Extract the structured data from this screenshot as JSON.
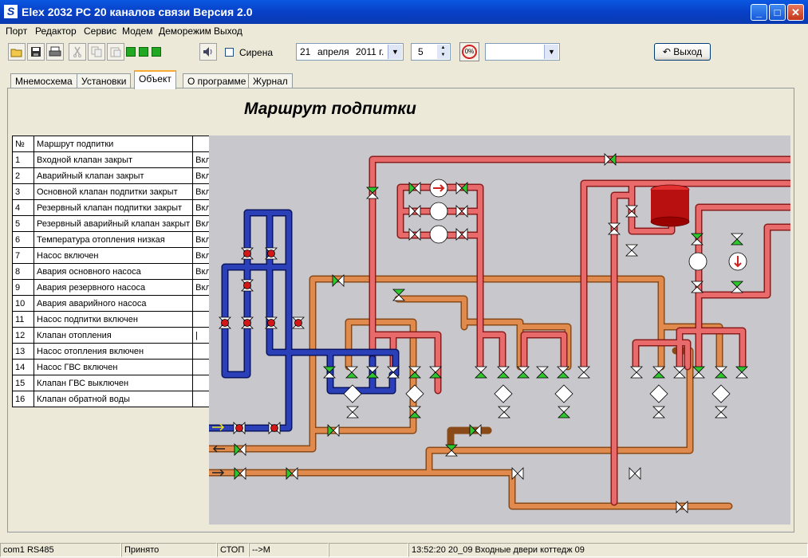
{
  "window": {
    "title": "Elex 2032 PC  20 каналов связи  Версия 2.0",
    "icon": "S",
    "minimize": "_",
    "maximize": "□",
    "close": "✕"
  },
  "menu": [
    "Порт",
    "Редактор",
    "Сервис",
    "Модем",
    "Деморежим",
    "Выход"
  ],
  "toolbar": {
    "siren_label": "Сирена",
    "date": {
      "day": "21",
      "month": "апреля",
      "year": "2011 г."
    },
    "channel": "5",
    "percent": "0%",
    "exit_label": "Выход"
  },
  "tabs": [
    {
      "label": "Мнемосхема",
      "active": false
    },
    {
      "label": "Установки",
      "active": false
    },
    {
      "label": "Объект",
      "active": true
    },
    {
      "label": "О программе",
      "active": false
    },
    {
      "label": "Журнал",
      "active": false
    }
  ],
  "scheme": {
    "title": "Маршрут подпитки"
  },
  "table": {
    "header": [
      "№",
      "Маршрут подпитки",
      ""
    ],
    "rows": [
      [
        "1",
        "Входной клапан закрыт",
        "Вкл"
      ],
      [
        "2",
        "Аварийный клапан закрыт",
        "Вкл"
      ],
      [
        "3",
        "Основной клапан подпитки закрыт",
        "Вкл"
      ],
      [
        "4",
        "Резервный клапан подпитки закрыт",
        "Вкл"
      ],
      [
        "5",
        "Резервный аварийный клапан закрыт",
        "Вкл"
      ],
      [
        "6",
        "Температура отопления низкая",
        "Вкл"
      ],
      [
        "7",
        "Насос включен",
        "Вкл"
      ],
      [
        "8",
        "Авария основного насоса",
        "Вкл"
      ],
      [
        "9",
        "Авария резервного насоса",
        "Вкл"
      ],
      [
        "10",
        "Авария аварийного насоса",
        ""
      ],
      [
        "11",
        "Насос подпитки включен",
        ""
      ],
      [
        "12",
        "Клапан отопления",
        "|"
      ],
      [
        "13",
        "Насос отопления включен",
        ""
      ],
      [
        "14",
        "Насос ГВС включен",
        ""
      ],
      [
        "15",
        "Клапан ГВС выключен",
        ""
      ],
      [
        "16",
        "Клапан обратной воды",
        ""
      ]
    ]
  },
  "status": {
    "port": "com1 RS485",
    "state": "Принято",
    "mode": "СТОП",
    "direction": "-->M",
    "message": "13:52:20   20_09   Входные двери коттедж 09"
  },
  "colors": {
    "titlebar": "#0840c8",
    "pipe_red": "#e05a5a",
    "pipe_orange": "#d8894a",
    "pipe_blue": "#1a2f9a",
    "valve_green": "#2ec82e",
    "tank_red": "#b81010",
    "mimic_bg": "#c8c8cc"
  },
  "icons": [
    "open-folder-icon",
    "save-icon",
    "print-icon",
    "cut-icon",
    "copy-icon",
    "paste-icon",
    "sound-icon",
    "exit-arrow-icon",
    "dropdown-arrow-icon",
    "spin-up-icon",
    "spin-down-icon",
    "percent-icon"
  ]
}
